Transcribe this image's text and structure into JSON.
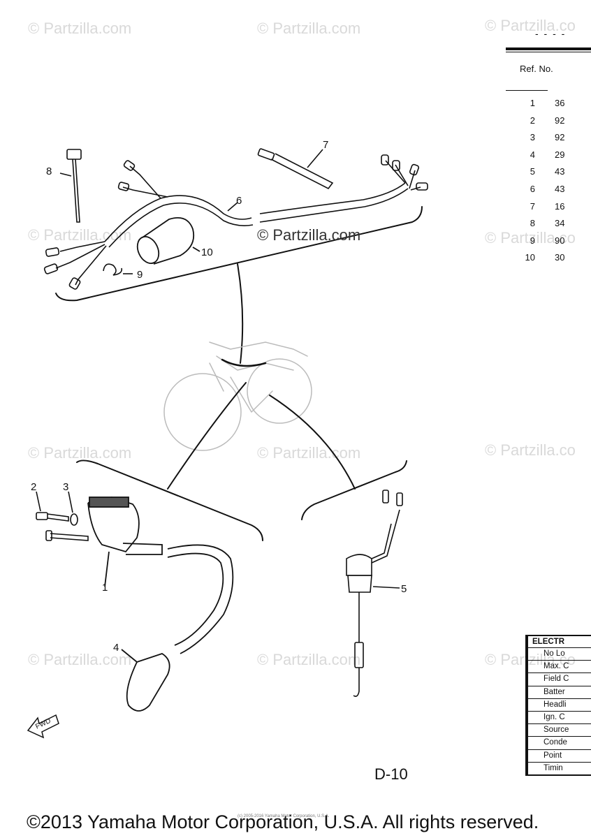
{
  "watermarks": [
    "© Partzilla.com",
    "© Partzilla.com",
    "© Partzilla.co",
    "© Partzilla.com",
    "© Partzilla.co",
    "© Partzilla.com",
    "© Partzilla.com",
    "© Partzilla.co",
    "© Partzilla.com",
    "© Partzilla.com",
    "© Partzilla.co"
  ],
  "center_watermark": "© Partzilla.com",
  "header_dashes": "- - - -",
  "parts_table": {
    "header": "Ref. No.",
    "rows": [
      {
        "ref": "1",
        "pn": "36"
      },
      {
        "ref": "2",
        "pn": "92"
      },
      {
        "ref": "3",
        "pn": "92"
      },
      {
        "ref": "4",
        "pn": "29"
      },
      {
        "ref": "5",
        "pn": "43"
      },
      {
        "ref": "6",
        "pn": "43"
      },
      {
        "ref": "7",
        "pn": "16"
      },
      {
        "ref": "8",
        "pn": "34"
      },
      {
        "ref": "9",
        "pn": "90"
      },
      {
        "ref": "10",
        "pn": "30"
      }
    ]
  },
  "callouts": [
    "1",
    "2",
    "3",
    "4",
    "5",
    "6",
    "7",
    "8",
    "9",
    "10"
  ],
  "fwd_label": "FWD",
  "electrical_table": {
    "title": "ELECTR",
    "rows": [
      "No Lo",
      "Max. C",
      "Field C",
      "Batter",
      "Headli",
      "Ign. C",
      "Source",
      "Conde",
      "Point",
      "Timin"
    ]
  },
  "page_number": "D-10",
  "fine_print": "(c) 2005-2016 Yamaha Motor Corporation, U.S.A.",
  "copyright": "©2013 Yamaha Motor Corporation, U.S.A. All rights reserved."
}
